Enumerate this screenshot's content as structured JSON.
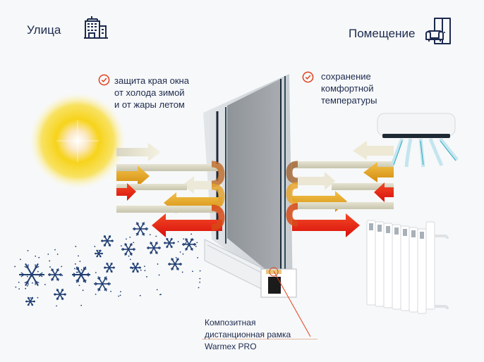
{
  "outside": {
    "label": "Улица",
    "icon": "building-icon"
  },
  "inside": {
    "label": "Помещение",
    "icon": "sofa-wardrobe-icon"
  },
  "callouts": {
    "left": {
      "icon": "check-circle-icon",
      "lines": [
        "защита края окна",
        "от холода зимой",
        "и от жары летом"
      ]
    },
    "right": {
      "icon": "check-circle-icon",
      "lines": [
        "сохранение",
        "комфортной",
        "температуры"
      ]
    }
  },
  "spacer_label": {
    "lines": [
      "Композитная",
      "дистанционная рамка",
      "Warmex PRO"
    ]
  },
  "colors": {
    "text": "#1c2a4e",
    "accent_red": "#e2401c",
    "arrow_beige": "#cfcdb8",
    "arrow_orange": "#e9a91a",
    "arrow_red": "#e8160f",
    "snow": "#1f3e73",
    "sun": "#f7d31a"
  },
  "illustrations": {
    "sun": "sun-illustration",
    "snowflakes": "snowflakes-illustration",
    "window": "window-profile-illustration",
    "air_conditioner": "air-conditioner-illustration",
    "radiator": "radiator-illustration"
  }
}
